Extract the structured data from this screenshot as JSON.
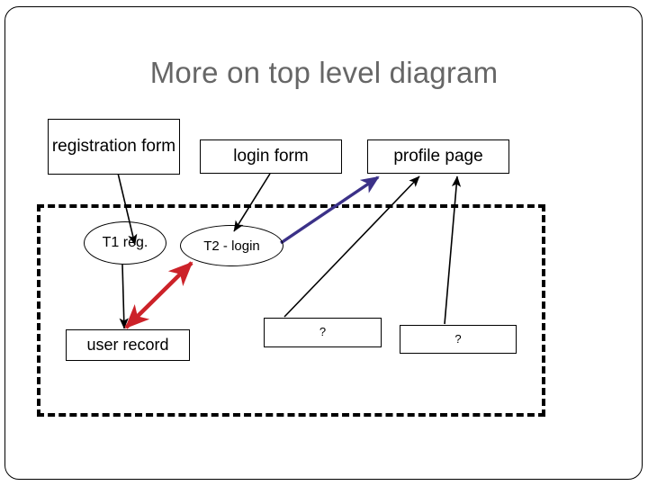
{
  "slide": {
    "title": "More on top level diagram",
    "title_color": "#666666",
    "background": "#ffffff",
    "frame_color": "#000000"
  },
  "boxes": [
    {
      "id": "registration-form",
      "label": "registration form"
    },
    {
      "id": "login-form",
      "label": "login form"
    },
    {
      "id": "profile-page",
      "label": "profile page"
    },
    {
      "id": "user-record",
      "label": "user record"
    },
    {
      "id": "question-box-1",
      "label": "?"
    },
    {
      "id": "question-box-2",
      "label": "?"
    }
  ],
  "ellipses": [
    {
      "id": "t1-reg",
      "label": "T1 reg."
    },
    {
      "id": "t2-login",
      "label": "T2 - login"
    }
  ],
  "container": {
    "style": "dashed",
    "color": "#000000"
  },
  "connectors": [
    {
      "id": "registration-form-to-t1",
      "from": "registration-form",
      "to": "t1-reg",
      "color": "#000000",
      "arrowheads": "end"
    },
    {
      "id": "login-form-to-t2",
      "from": "login-form",
      "to": "t2-login",
      "color": "#000000",
      "arrowheads": "end"
    },
    {
      "id": "t1-to-user-record",
      "from": "t1-reg",
      "to": "user-record",
      "color": "#000000",
      "arrowheads": "end"
    },
    {
      "id": "user-record-to-t2",
      "from": "user-record",
      "to": "t2-login",
      "color": "#CC2229",
      "arrowheads": "both"
    },
    {
      "id": "t2-to-profile-page",
      "from": "t2-login",
      "to": "profile-page",
      "color": "#3B3188",
      "arrowheads": "end"
    },
    {
      "id": "question-box-1-to-profile",
      "from": "question-box-1",
      "to": "profile-page",
      "color": "#000000",
      "arrowheads": "end"
    },
    {
      "id": "question-box-2-to-profile",
      "from": "question-box-2",
      "to": "profile-page",
      "color": "#000000",
      "arrowheads": "end"
    }
  ]
}
